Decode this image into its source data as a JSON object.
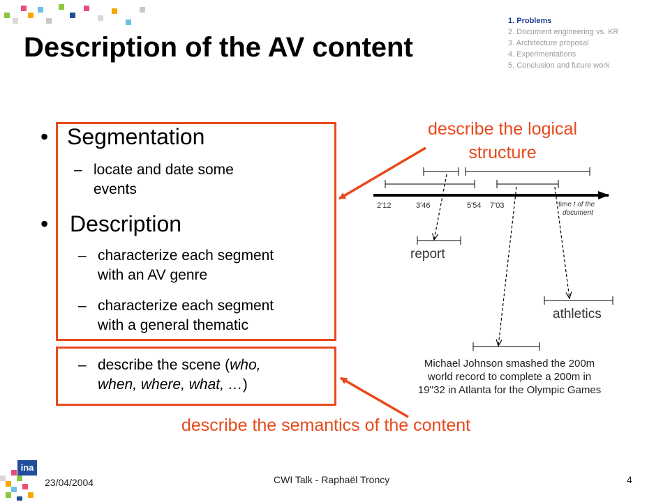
{
  "slide": {
    "title": "Description of the AV content",
    "toc": [
      "1. Problems",
      "2. Document engineering vs. KR",
      "3. Architecture proposal",
      "4. Experimentations",
      "5. Conclusion and future work"
    ],
    "bullets": {
      "segmentation": {
        "marker": "•",
        "label": "Segmentation",
        "sub": [
          "locate and date some",
          "events"
        ]
      },
      "description": {
        "marker": "•",
        "label": "Description",
        "sub1": [
          "characterize each segment",
          "with an AV genre"
        ],
        "sub2": [
          "characterize each segment",
          "with a general thematic"
        ]
      },
      "scene": {
        "line1_prefix": "describe the scene (",
        "line1_italic": "who,",
        "line2_italic": "when, where, what, …",
        "line2_suffix": ")"
      },
      "dash": "–"
    },
    "callouts": {
      "logical_line1": "describe the logical",
      "logical_line2": "structure",
      "semantics": "describe the semantics of the content"
    },
    "figure": {
      "time_labels": [
        "2'12",
        "3'46",
        "5'54",
        "7'03"
      ],
      "axis_label_prefix": "time ",
      "axis_label_italic": "t of the",
      "axis_label_line2": "document",
      "segment_report": "report",
      "segment_athletics": "athletics",
      "caption": [
        "Michael Johnson smashed the 200m",
        "world record to complete a 200m in",
        "19''32 in Atlanta for the Olympic Games"
      ]
    },
    "footer": {
      "date": "23/04/2004",
      "center": "CWI Talk - Raphaël Troncy",
      "page": "4",
      "logo_text": "ina"
    },
    "colors": {
      "accent": "#e8491b",
      "toc_active": "#1c3f8f"
    }
  }
}
